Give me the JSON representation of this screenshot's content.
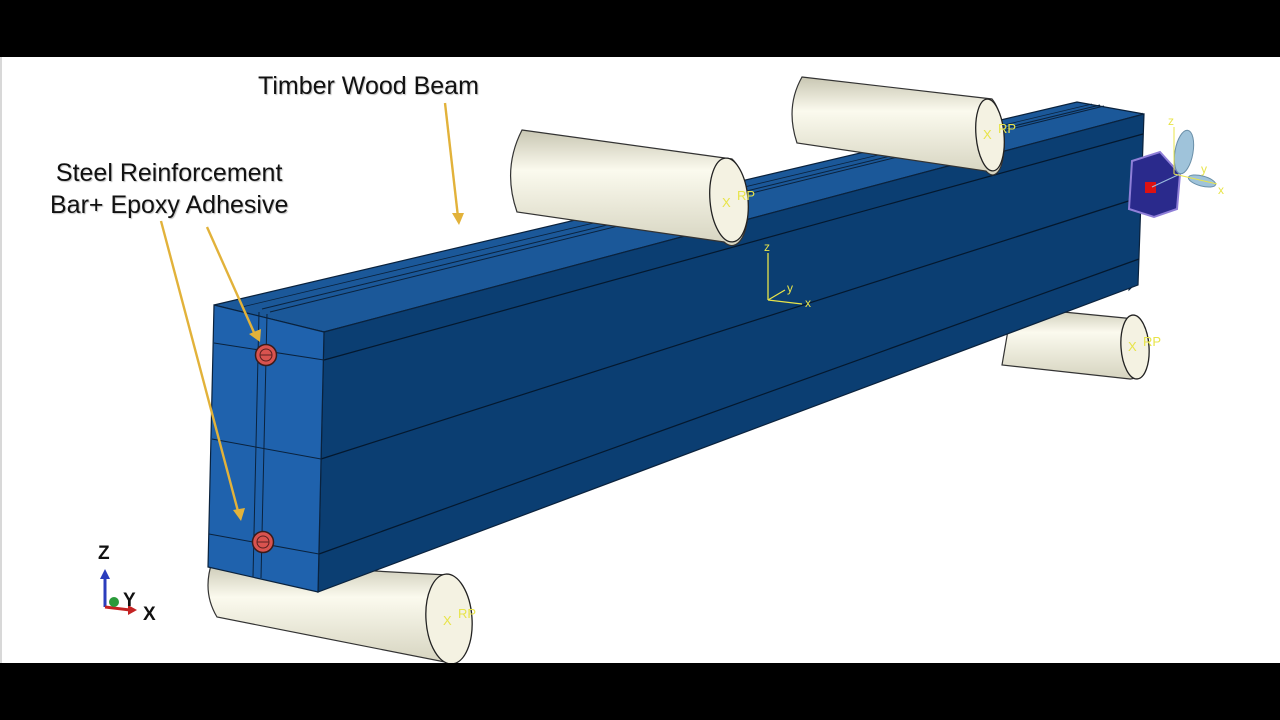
{
  "annotations": {
    "timber_label": "Timber Wood Beam",
    "steel_label_line1": "Steel Reinforcement",
    "steel_label_line2": "Bar+ Epoxy Adhesive"
  },
  "reference_points": {
    "label": "RP",
    "marker": "X"
  },
  "axes": {
    "x": "X",
    "y": "Y",
    "z": "Z",
    "x_lower": "x",
    "y_lower": "y",
    "z_lower": "z"
  },
  "colors": {
    "beam_front": "#1f62ad",
    "beam_side": "#0b3e72",
    "beam_top": "#1b5899",
    "support": "#f2f0dd",
    "rebar": "#d9534f",
    "arrow": "#e2b23a",
    "rp_text": "#e8e44a"
  }
}
